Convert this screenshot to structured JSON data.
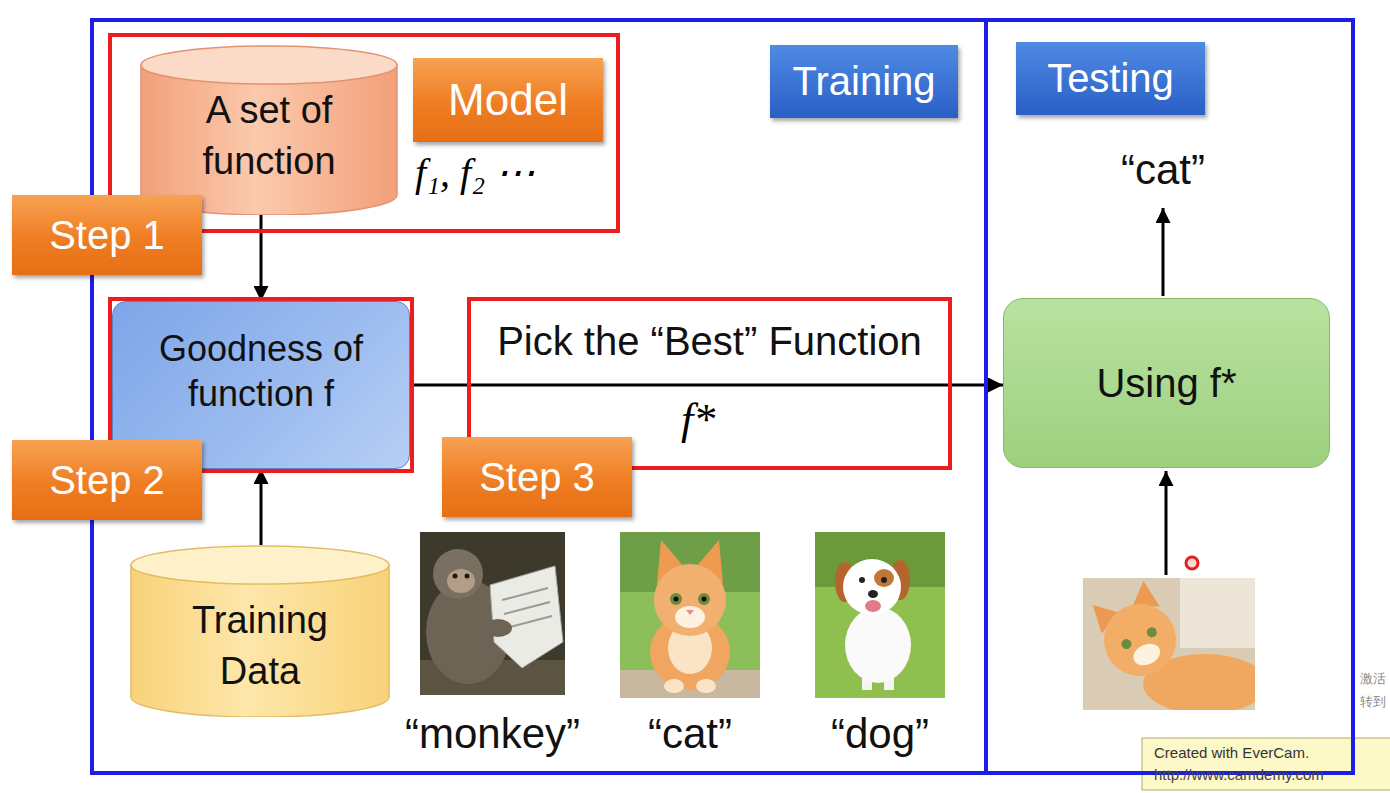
{
  "diagram": {
    "nodes": [
      {
        "text": [
          "Training"
        ]
      },
      {
        "text": [
          "Testing"
        ]
      },
      {
        "text": [
          "Step 1",
          "Model",
          "f₁, f₂ ⋯"
        ],
        "in": 0
      },
      {
        "text": [
          "A set of function"
        ],
        "in": 2
      },
      {
        "text": [
          "Step 2"
        ],
        "in": 0
      },
      {
        "text": [
          "Goodness of function f"
        ],
        "in": 4
      },
      {
        "text": [
          "Step 3",
          "Pick the “Best” Function",
          "f*"
        ],
        "in": 0
      },
      {
        "text": [
          "Training Data"
        ],
        "in": 0
      },
      {
        "text": [
          "Using f*"
        ],
        "in": 1
      }
    ],
    "edges": [
      {
        "from": 3,
        "to": 5,
        "arrow": "to"
      },
      {
        "from": 7,
        "to": 5,
        "arrow": "to"
      },
      {
        "from": 5,
        "to": 8,
        "arrow": "to"
      }
    ],
    "labels": [
      "“monkey”",
      "“cat”",
      "“dog”",
      "“cat”",
      "Created with EverCam.",
      "http://www.camdemy.com",
      "激活",
      "转到"
    ]
  }
}
